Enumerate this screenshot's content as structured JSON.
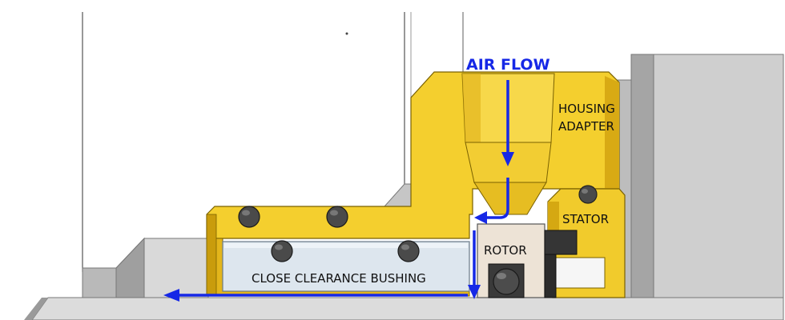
{
  "labels": {
    "air_flow": "AIR FLOW",
    "housing_line1": "HOUSING",
    "housing_line2": "ADAPTER",
    "stator": "STATOR",
    "rotor": "ROTOR",
    "bushing": "CLOSE CLEARANCE BUSHING"
  },
  "colors": {
    "housing_yellow": "#f4cf2e",
    "housing_shadow": "#c99c0c",
    "flow_arrow": "#1628e6",
    "gray_body": "#d6d6d6",
    "gray_dark": "#8e8e8e",
    "bushing_fill": "#dde6ee",
    "rotor_fill": "#ede3d6",
    "oring": "#4a4a4a"
  }
}
